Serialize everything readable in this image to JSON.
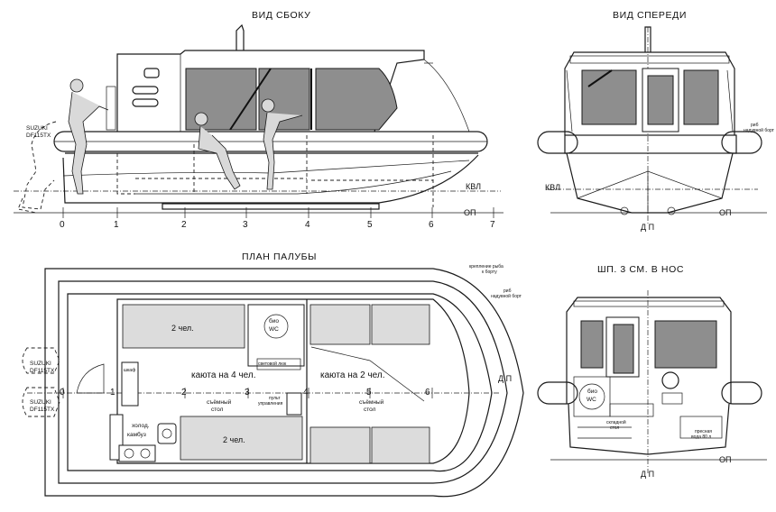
{
  "titles": {
    "side": "ВИД СБОКУ",
    "front": "ВИД СПЕРЕДИ",
    "deck": "ПЛАН ПАЛУБЫ",
    "section": "ШП. 3 СМ. В НОС"
  },
  "stations": [
    "0",
    "1",
    "2",
    "3",
    "4",
    "5",
    "6",
    "7"
  ],
  "deck_stations": [
    "0",
    "1",
    "2",
    "3",
    "4",
    "5",
    "6"
  ],
  "waterline_labels": {
    "kvl": "КВЛ",
    "op": "ОП",
    "dp": "Д П"
  },
  "engine": {
    "brand": "SUZUKI",
    "model": "DF115TX"
  },
  "rooms": {
    "cabin4": "каюта на 4 чел.",
    "cabin2": "каюта на  2 чел.",
    "two_persons": "2 чел.",
    "removable_table_a": "съёмный",
    "removable_table_b": "стол",
    "removable_table_c": "съёмный",
    "removable_table_d": "стол",
    "fridge": "холод.",
    "caboose": "камбуз",
    "locker": "шкаф",
    "hatch": "световой люк",
    "helm_a": "пульт",
    "helm_b": "управления",
    "bio": "био",
    "wc": "WC"
  },
  "notes": {
    "rub_a": "крепление рыба",
    "rub_b": "к борту",
    "rib_a": "риб",
    "rib_b": "надувной борт",
    "folding_a": "складной",
    "folding_b": "стол",
    "water_a": "пресная",
    "water_b": "вода 80 л"
  }
}
